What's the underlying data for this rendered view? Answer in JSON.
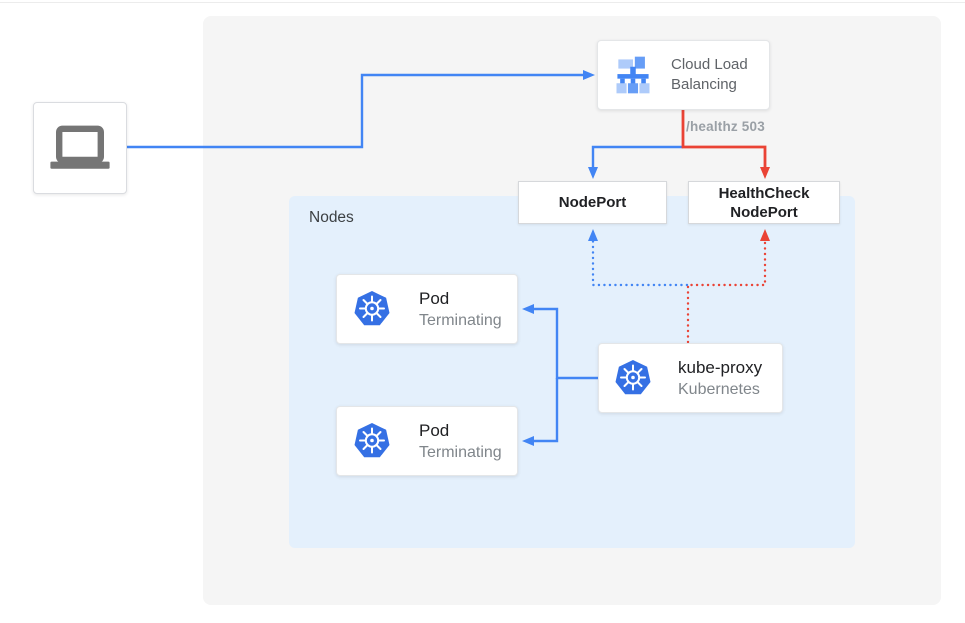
{
  "client": {
    "icon": "laptop-icon"
  },
  "cloud_load_balancing": {
    "label": "Cloud Load Balancing",
    "icon": "load-balancer-icon"
  },
  "healthz": {
    "label": "/healthz 503"
  },
  "nodes": {
    "label": "Nodes"
  },
  "nodeport": {
    "label": "NodePort"
  },
  "healthcheck_nodeport": {
    "label": "HealthCheck NodePort"
  },
  "kube_proxy": {
    "title": "kube-proxy",
    "subtitle": "Kubernetes",
    "icon": "kubernetes-icon"
  },
  "pods": [
    {
      "title": "Pod",
      "subtitle": "Terminating",
      "icon": "kubernetes-icon"
    },
    {
      "title": "Pod",
      "subtitle": "Terminating",
      "icon": "kubernetes-icon"
    }
  ],
  "connections": [
    {
      "from": "client",
      "to": "cloud_load_balancing",
      "style": "solid",
      "color": "#4285f4"
    },
    {
      "from": "cloud_load_balancing",
      "to": "nodeport",
      "style": "solid",
      "color": "#4285f4"
    },
    {
      "from": "cloud_load_balancing",
      "to": "healthcheck_nodeport",
      "style": "solid",
      "color": "#ea4335",
      "label": "/healthz 503"
    },
    {
      "from": "kube_proxy",
      "to": "nodeport",
      "style": "dotted",
      "color": "#4285f4"
    },
    {
      "from": "kube_proxy",
      "to": "healthcheck_nodeport",
      "style": "dotted",
      "color": "#ea4335"
    },
    {
      "from": "kube_proxy",
      "to": "pod-1",
      "style": "solid",
      "color": "#4285f4"
    },
    {
      "from": "kube_proxy",
      "to": "pod-2",
      "style": "solid",
      "color": "#4285f4"
    }
  ],
  "colors": {
    "blue": "#4285f4",
    "red": "#ea4335",
    "kubernetes_blue": "#3570e4",
    "panel_bg": "#f5f5f5",
    "nodes_bg": "#e4f0fc",
    "title_text": "#202124",
    "subtitle_text": "#80868b",
    "clb_text": "#5f6368",
    "healthz_text": "#9aa0a6",
    "nodes_text": "#3c4043",
    "laptop_gray": "#757575"
  }
}
